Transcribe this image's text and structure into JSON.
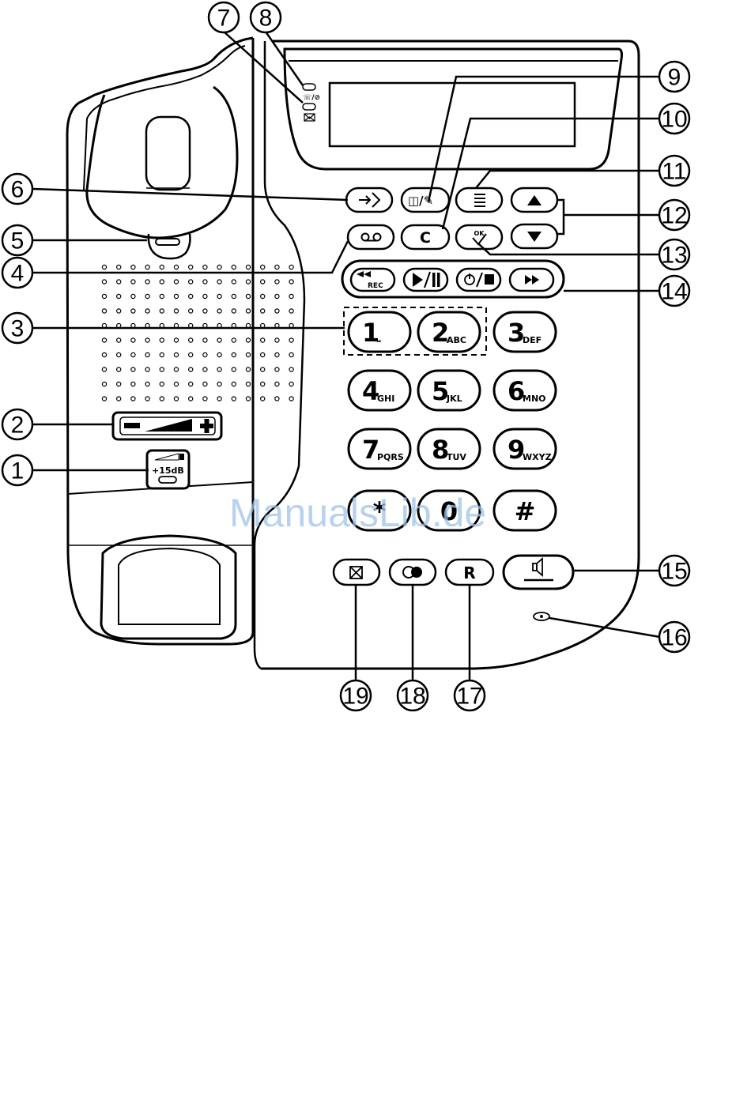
{
  "watermark": "ManualsLib.de",
  "callouts": [
    "1",
    "2",
    "3",
    "4",
    "5",
    "6",
    "7",
    "8",
    "9",
    "10",
    "11",
    "12",
    "13",
    "14",
    "15",
    "16",
    "17",
    "18",
    "19"
  ],
  "keypad": [
    {
      "digit": "1",
      "letters": "⎵"
    },
    {
      "digit": "2",
      "letters": "ABC"
    },
    {
      "digit": "3",
      "letters": "DEF"
    },
    {
      "digit": "4",
      "letters": "GHI"
    },
    {
      "digit": "5",
      "letters": "JKL"
    },
    {
      "digit": "6",
      "letters": "MNO"
    },
    {
      "digit": "7",
      "letters": "PQRS"
    },
    {
      "digit": "8",
      "letters": "TUV"
    },
    {
      "digit": "9",
      "letters": "WXYZ"
    },
    {
      "digit": "*",
      "letters": ""
    },
    {
      "digit": "0",
      "letters": ""
    },
    {
      "digit": "#",
      "letters": ""
    }
  ],
  "buttons": {
    "clear": "C",
    "recall": "R",
    "ok": "OK",
    "rec": "REC",
    "volume_boost": "+15dB"
  },
  "icons": {
    "led_call": "missed-call-led-icon",
    "led_mail": "message-led-icon",
    "speaker": "speaker-icon",
    "mute": "mute-icon",
    "menu": "menu-icon"
  }
}
